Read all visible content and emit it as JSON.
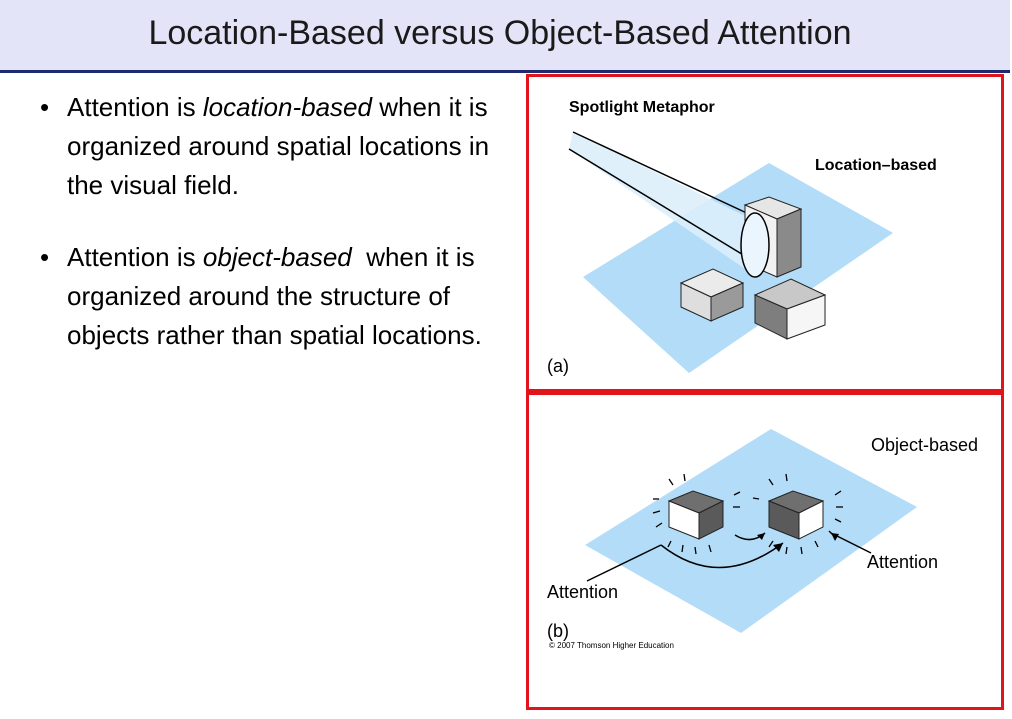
{
  "title": "Location-Based versus Object-Based Attention",
  "bullets": [
    {
      "pre": "Attention is ",
      "em": "location-based",
      "post": " when it is organized around spatial locations in the visual field."
    },
    {
      "pre": "Attention is ",
      "em": "object-based",
      "post": "  when it is organized around the structure of objects rather than spatial locations."
    }
  ],
  "bullet_char": "•",
  "panel_a": {
    "label_spotlight": "Spotlight Metaphor",
    "label_location": "Location–based",
    "label_tag": "(a)"
  },
  "panel_b": {
    "label_object": "Object-based",
    "label_attention_right": "Attention",
    "label_attention_left": "Attention",
    "label_tag": "(b)",
    "copyright": "© 2007 Thomson Higher Education"
  },
  "colors": {
    "title_bg": "#e4e4f8",
    "title_border": "#1f2a6e",
    "panel_border": "#e2141b",
    "plane_blue": "#b2dcf7"
  }
}
